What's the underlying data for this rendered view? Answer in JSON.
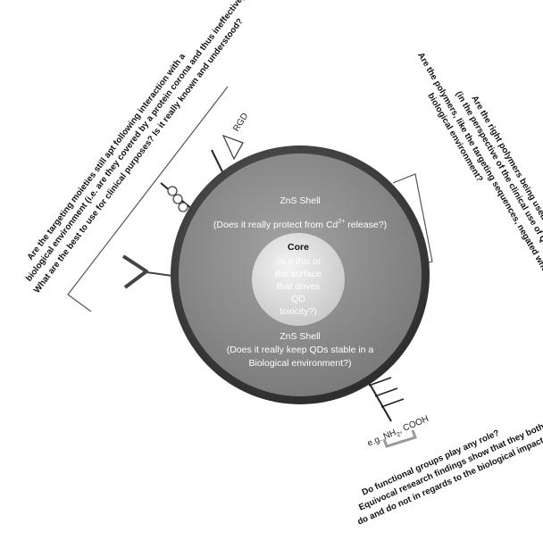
{
  "shell_top": {
    "title": "ZnS Shell",
    "question_pre": "(Does it really protect from Cd",
    "superscript": "2+",
    "question_post": " release?)"
  },
  "core": {
    "title": "Core",
    "lines": [
      "(is it this or",
      "the surface",
      "that drives",
      "QD",
      "toxicity?)"
    ]
  },
  "shell_bottom": {
    "title": "ZnS Shell",
    "line1": "(Does it really keep QDs stable in a",
    "line2": "Biological  environment?)"
  },
  "rgd_label": "RGD",
  "functional_groups": {
    "prefix": "e.g. NH",
    "subscript": "2",
    "suffix": ", COOH"
  },
  "targeting_question": {
    "line1": "Are the targeting moieties still apt following interaction with a",
    "line2": "biological  environment (i.e. are they covered by a protein corona and thus ineffective)?",
    "line3": "What are the best to use for clinical purposes? Is it really known and understood?"
  },
  "polymer_question": {
    "line1": "Are the right polymers being used",
    "line2": "(in the perspective of the clinical use of QDs)?",
    "line3": "Are the polymers, like the targeting sequences, negated when in a",
    "line4": "biological  environment?"
  },
  "functional_question": {
    "line1": "Do functional  groups play any role?",
    "line2": "Equivocal  research findings show that they both",
    "line3": "do and do not in regards to the biological impact of QDs"
  },
  "colors": {
    "outer_ring": "#444444",
    "shell": "#8f8f8f",
    "core": "#d6d6d6",
    "lines": "#333333"
  }
}
